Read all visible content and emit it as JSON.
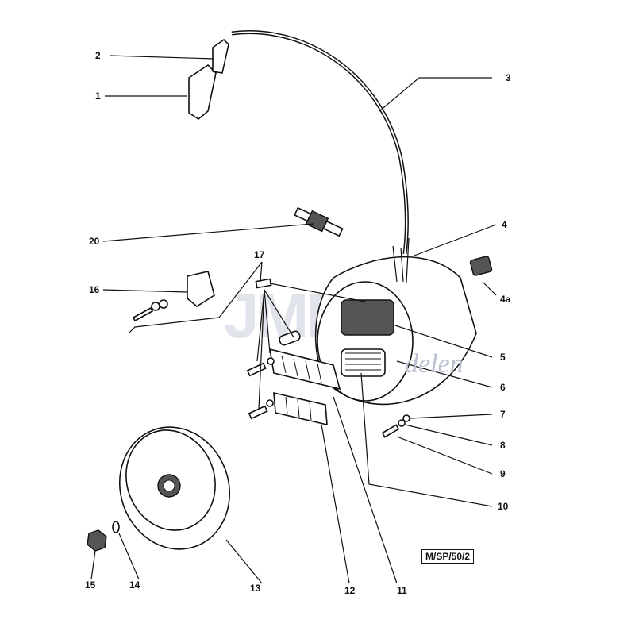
{
  "diagram": {
    "reference_code": "M/SP/50/2",
    "watermark": "JMP",
    "watermark_sub": "onderdelen",
    "callouts": [
      "1",
      "2",
      "3",
      "4",
      "4a",
      "5",
      "6",
      "7",
      "8",
      "9",
      "10",
      "11",
      "12",
      "13",
      "14",
      "15",
      "16",
      "17",
      "20"
    ]
  }
}
